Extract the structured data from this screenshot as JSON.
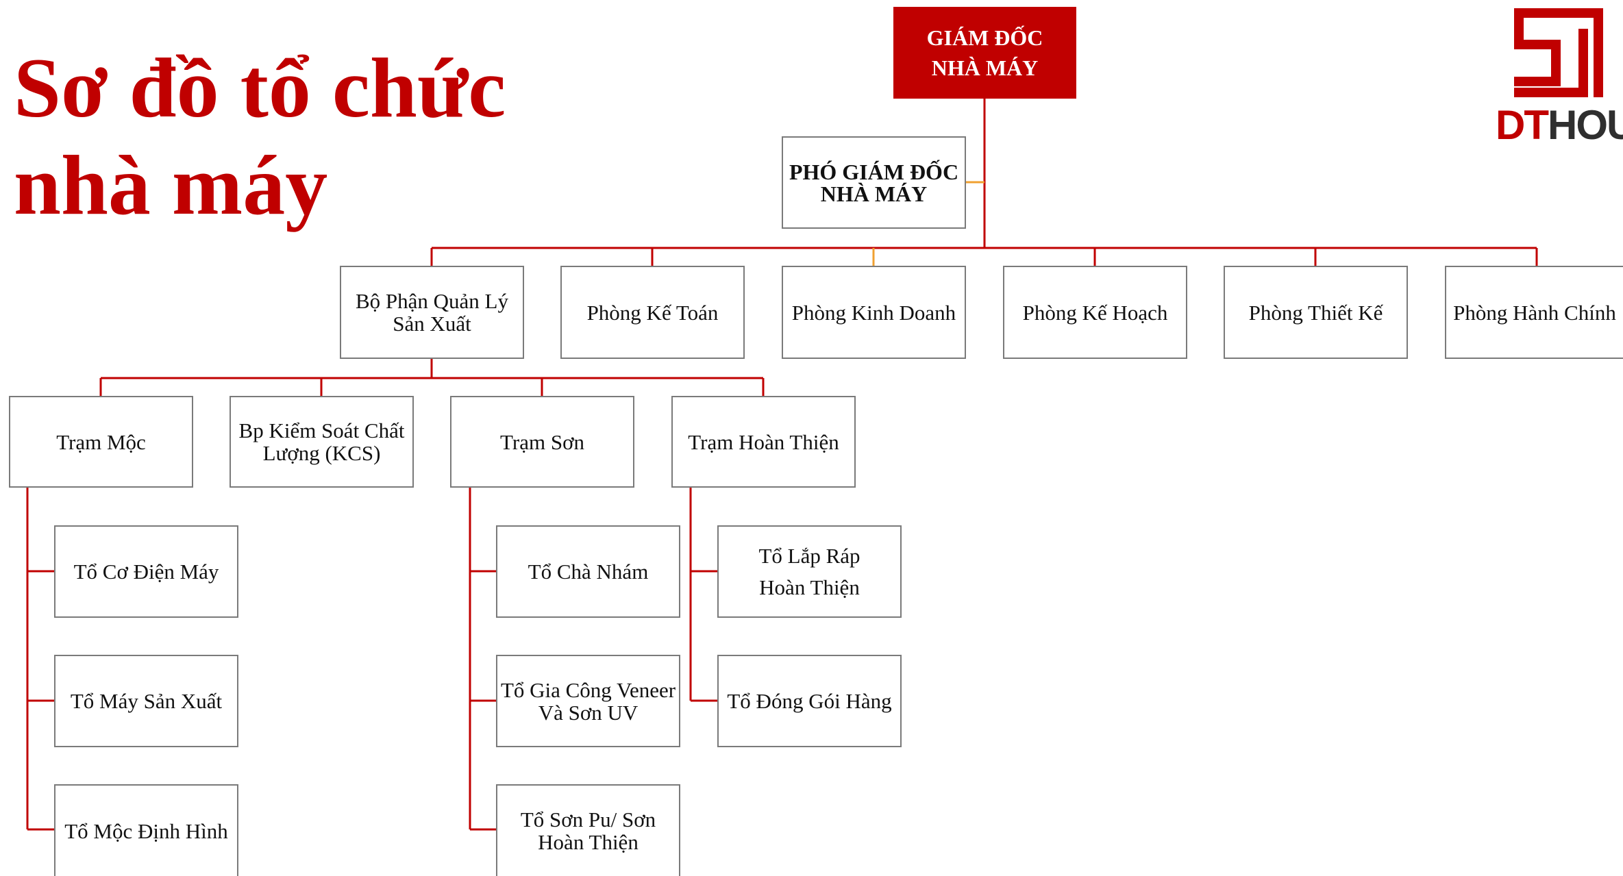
{
  "title": {
    "line1": "Sơ đồ tổ chức",
    "line2": "nhà máy"
  },
  "logo": {
    "part1": "DT",
    "part2": "HOUSE"
  },
  "colors": {
    "accent": "#c00000",
    "connector": "#c00000",
    "deputy_connector": "#f0a030",
    "box_border": "#7a7a7a"
  },
  "org": {
    "director": {
      "line1": "GIÁM ĐỐC",
      "line2": "NHÀ MÁY"
    },
    "deputy": {
      "line1": "PHÓ GIÁM ĐỐC",
      "line2": "NHÀ MÁY"
    },
    "departments": [
      {
        "line1": "Bộ Phận Quản Lý",
        "line2": "Sản Xuất"
      },
      {
        "label": "Phòng Kế Toán"
      },
      {
        "label": "Phòng Kinh Doanh"
      },
      {
        "label": "Phòng Kế Hoạch"
      },
      {
        "label": "Phòng Thiết Kế"
      },
      {
        "label": "Phòng Hành Chính"
      }
    ],
    "stations": [
      {
        "label": "Trạm Mộc"
      },
      {
        "line1": "Bp Kiểm Soát Chất",
        "line2": "Lượng (KCS)"
      },
      {
        "label": "Trạm Sơn"
      },
      {
        "label": "Trạm Hoàn Thiện"
      }
    ],
    "teams_moc": [
      {
        "label": "Tổ Cơ Điện Máy"
      },
      {
        "label": "Tổ Máy Sản Xuất"
      },
      {
        "label": "Tổ Mộc Định Hình"
      }
    ],
    "teams_son": [
      {
        "label": "Tổ Chà Nhám"
      },
      {
        "line1": "Tổ Gia Công Veneer",
        "line2": "Và Sơn UV"
      },
      {
        "line1": "Tổ Sơn Pu/ Sơn",
        "line2": "Hoàn Thiện"
      }
    ],
    "teams_hoan_thien": [
      {
        "line1": "Tổ Lắp Ráp",
        "line2": "Hoàn Thiện"
      },
      {
        "label": "Tổ Đóng Gói Hàng"
      }
    ]
  }
}
